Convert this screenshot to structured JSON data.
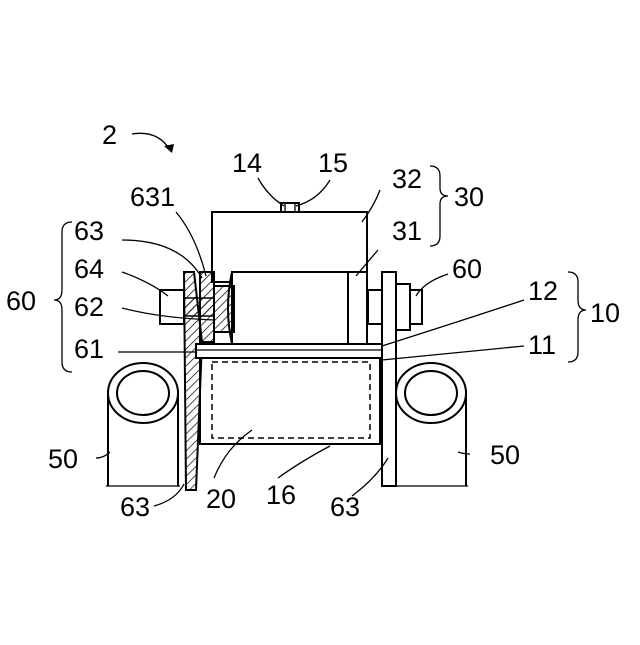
{
  "labels": {
    "assembly": "2",
    "screw_14": "14",
    "head_15": "15",
    "housing_32": "32",
    "group_30": "30",
    "roller_31": "31",
    "plate_631": "631",
    "plate_63_top": "63",
    "bolt_64": "64",
    "nut_62": "62",
    "group_60": "60",
    "plate_61": "61",
    "bolt_60_right": "60",
    "top_12": "12",
    "group_10": "10",
    "base_11": "11",
    "tube_50_left": "50",
    "tube_50_right": "50",
    "plate_63_bottom_left": "63",
    "body_20": "20",
    "bottom_16": "16",
    "plate_63_bottom_right": "63"
  }
}
